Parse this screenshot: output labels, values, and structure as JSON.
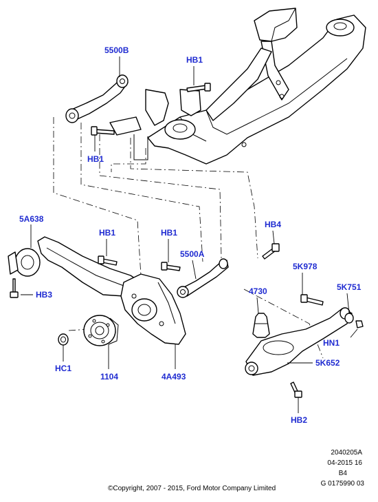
{
  "callouts": {
    "c5500B": "5500B",
    "hb1_top": "HB1",
    "hb1_left": "HB1",
    "c5A638": "5A638",
    "hb1_mid1": "HB1",
    "hb1_mid2": "HB1",
    "c5500A": "5500A",
    "hb4": "HB4",
    "hb3": "HB3",
    "c4730": "4730",
    "c5K978": "5K978",
    "c5K751": "5K751",
    "hn1": "HN1",
    "c5K652": "5K652",
    "hc1": "HC1",
    "c1104": "1104",
    "c4A493": "4A493",
    "hb2": "HB2"
  },
  "reference": {
    "line1": "2040205A",
    "line2": "04-2015 16",
    "line3": "B4",
    "line4": "G 0175990 03"
  },
  "copyright": "©Copyright, 2007 - 2015, Ford Motor Company Limited",
  "colors": {
    "callout": "#1f2bd1",
    "line": "#000000",
    "background": "#ffffff"
  }
}
